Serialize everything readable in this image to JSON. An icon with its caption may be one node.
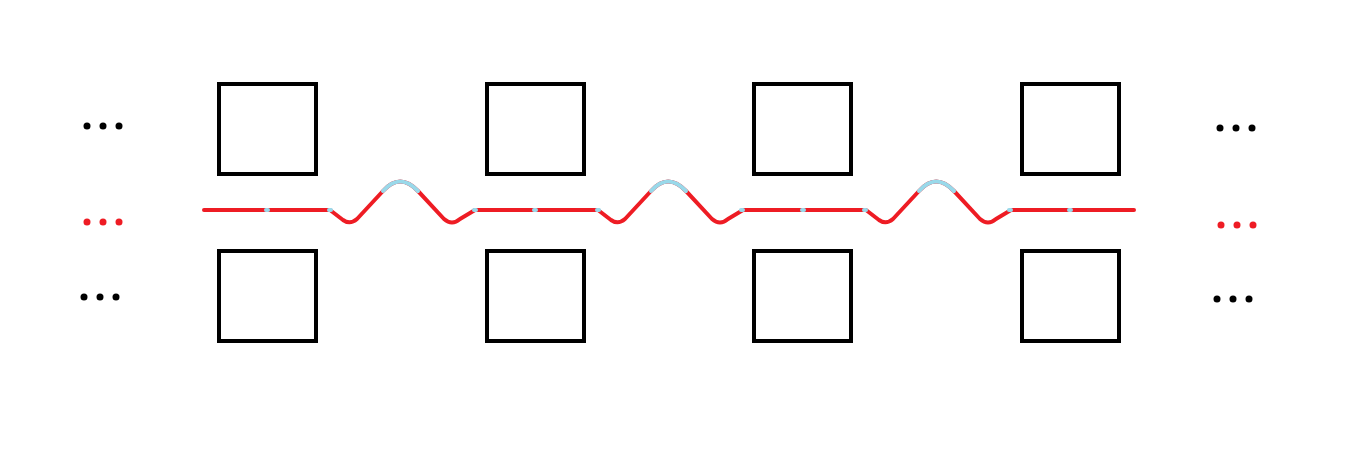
{
  "diagram": {
    "nodes": [
      {
        "text": [],
        "shape": "box"
      },
      {
        "text": [],
        "shape": "box"
      },
      {
        "text": [],
        "shape": "box"
      },
      {
        "text": [],
        "shape": "box"
      },
      {
        "text": [],
        "shape": "box"
      },
      {
        "text": [],
        "shape": "box"
      },
      {
        "text": [],
        "shape": "box"
      },
      {
        "text": [],
        "shape": "box"
      }
    ]
  }
}
